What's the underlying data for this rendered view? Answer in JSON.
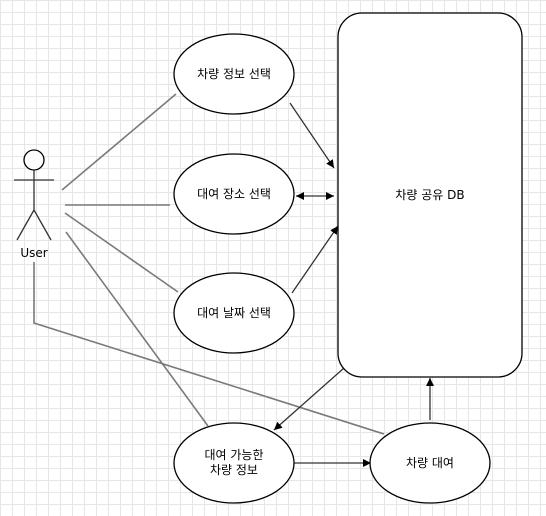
{
  "actor": {
    "label": "User"
  },
  "database": {
    "label": "차량 공유 DB"
  },
  "use_cases": {
    "select_car_info": "차량 정보 선택",
    "select_rental_place": "대여 장소 선택",
    "select_rental_date": "대여 날짜 선택",
    "available_cars_line1": "대여 가능한",
    "available_cars_line2": "차량 정보",
    "car_rental": "차량 대여"
  }
}
